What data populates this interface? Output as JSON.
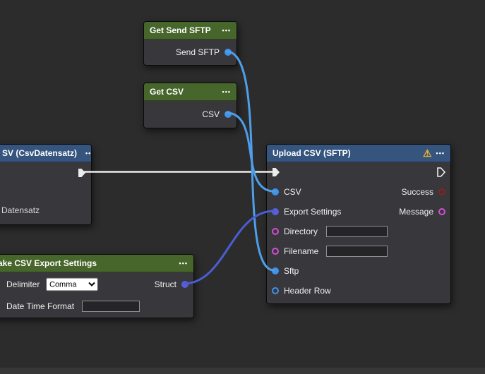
{
  "icons": {
    "menu_icon": "•••",
    "warning_icon": "⚠"
  },
  "colors": {
    "background": "#2c2c2c",
    "header_green": "#47662b",
    "header_blue": "#35557f",
    "port_blue": "#3f93e8",
    "port_indigo": "#5a5fd8",
    "port_magenta": "#d24fd2",
    "port_darkred": "#8a2121",
    "exec_white": "#ececec",
    "wire_white": "#ececec",
    "wire_blue": "#4f9eea",
    "wire_indigo": "#4a5ed4"
  },
  "nodes": {
    "get_send_sftp": {
      "title": "Get Send SFTP",
      "output_label": "Send SFTP"
    },
    "get_csv": {
      "title": "Get CSV",
      "output_label": "CSV"
    },
    "csv_datensatz": {
      "title": "SV (CsvDatensatz)",
      "row_label": "Datensatz"
    },
    "make_csv_export_settings": {
      "title": "Make CSV Export Settings",
      "delimiter_label": "Delimiter",
      "delimiter_value": "Comma",
      "struct_label": "Struct",
      "datetime_label": "Date Time Format",
      "datetime_value": ""
    },
    "upload_csv": {
      "title": "Upload CSV (SFTP)",
      "inputs": {
        "csv": "CSV",
        "export_settings": "Export Settings",
        "directory": "Directory",
        "filename": "Filename",
        "sftp": "Sftp",
        "header_row": "Header Row"
      },
      "outputs": {
        "success": "Success",
        "message": "Message"
      },
      "directory_value": "",
      "filename_value": ""
    }
  },
  "wires": [
    {
      "id": "exec",
      "from": "csv_datensatz.exec_out",
      "to": "upload_csv.exec_in",
      "color": "#ececec"
    },
    {
      "id": "csv",
      "from": "get_csv.csv",
      "to": "upload_csv.csv",
      "color": "#4f9eea"
    },
    {
      "id": "sftp",
      "from": "get_send_sftp.send_sftp",
      "to": "upload_csv.sftp",
      "color": "#4f9eea"
    },
    {
      "id": "struct",
      "from": "make_csv_export_settings.struct",
      "to": "upload_csv.export_settings",
      "color": "#4a5ed4"
    }
  ]
}
